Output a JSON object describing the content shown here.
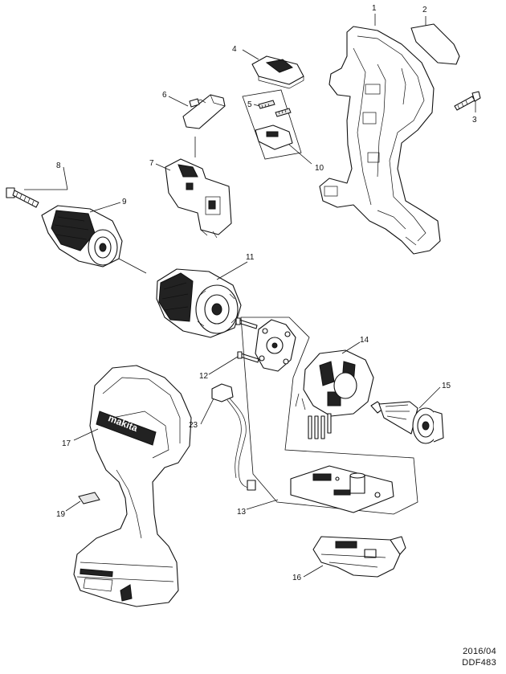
{
  "diagram": {
    "part_numbers": [
      "1",
      "2",
      "3",
      "4",
      "5",
      "6",
      "7",
      "8",
      "9",
      "10",
      "11",
      "12",
      "13",
      "14",
      "15",
      "16",
      "17",
      "19",
      "23"
    ]
  },
  "footer": {
    "date": "2016/04",
    "model": "DDF483"
  }
}
